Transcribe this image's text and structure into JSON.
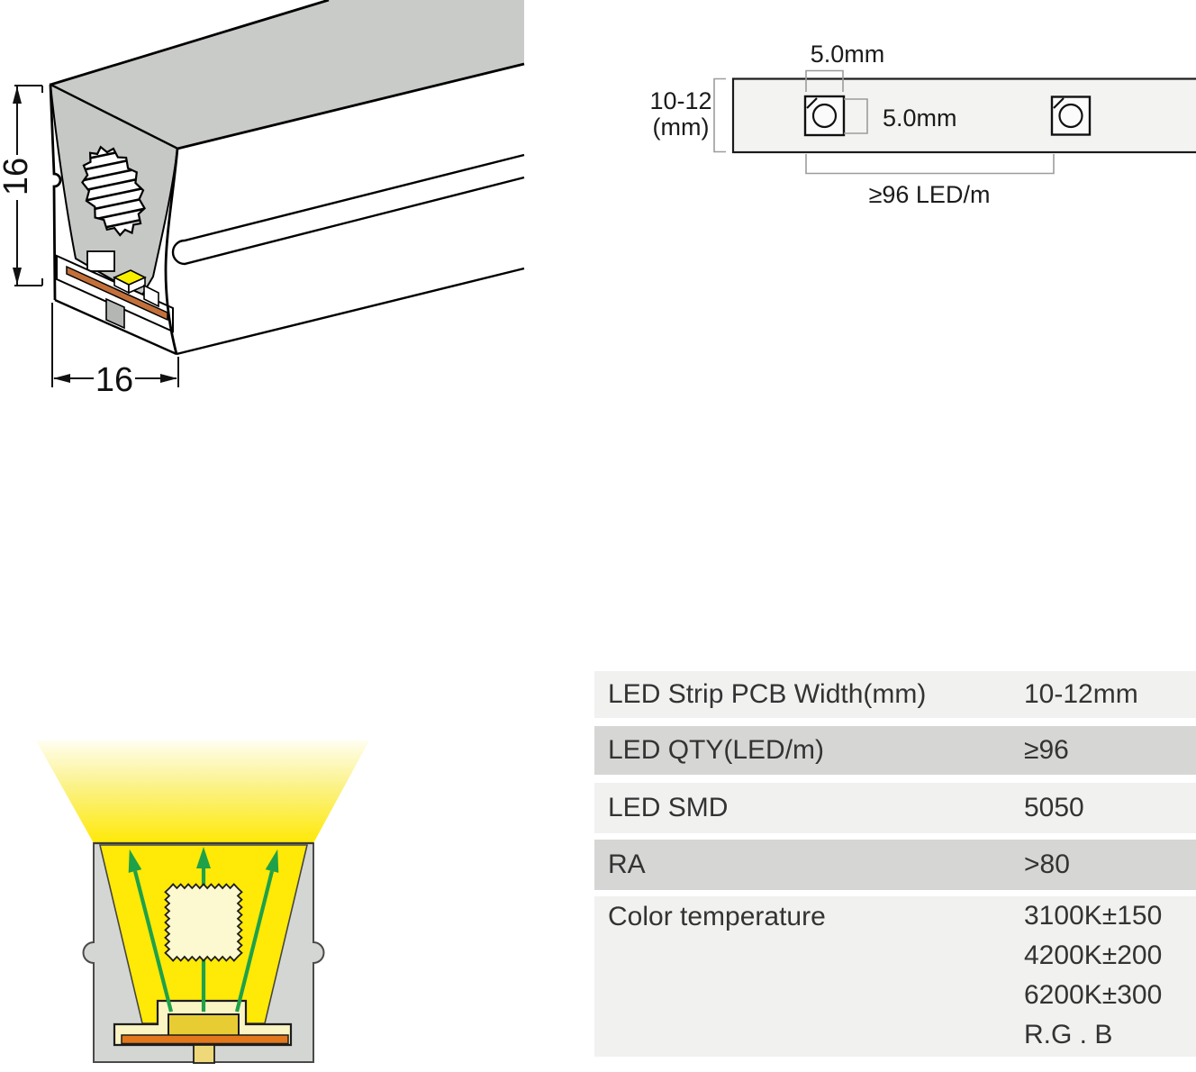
{
  "profile_drawing": {
    "height_dim": "16",
    "width_dim": "16"
  },
  "strip_diagram": {
    "led_size": "5.0mm",
    "led_pitch": "5.0mm",
    "pcb_width": "10-12",
    "pcb_width_unit": "(mm)",
    "led_density": "≥96 LED/m"
  },
  "spec_table": {
    "rows": [
      {
        "label": "LED Strip PCB Width(mm)",
        "value": "10-12mm"
      },
      {
        "label": "LED QTY(LED/m)",
        "value": "≥96"
      },
      {
        "label": "LED SMD",
        "value": "5050"
      },
      {
        "label": "RA",
        "value": ">80"
      },
      {
        "label": "Color temperature",
        "values": [
          "3100K±150",
          "4200K±200",
          "6200K±300",
          "R.G . B"
        ]
      }
    ]
  },
  "colors": {
    "profile_gray": "#C9CBC8",
    "diffuser_gray": "#C5C8C5",
    "pcb_orange": "#C4703A",
    "led_yellow": "#F8EE00",
    "tab_gray": "#B4B6B3",
    "body_gray": "#D4D6D3",
    "beam_yellow": "#FFE906",
    "beam_top": "#FFFEF0",
    "beam_mid": "#FBF287",
    "window_cream": "#FCF8CF",
    "tray_cream": "#FBF5C4",
    "chip_gold": "#E8CC33",
    "pcb_orange_bright": "#E2771B",
    "tab_gold": "#EED87A",
    "arrow_green": "#1FA149",
    "strip_fill": "#F3F3F2",
    "row_light": "#F1F1F0",
    "row_dark": "#D6D6D5"
  }
}
